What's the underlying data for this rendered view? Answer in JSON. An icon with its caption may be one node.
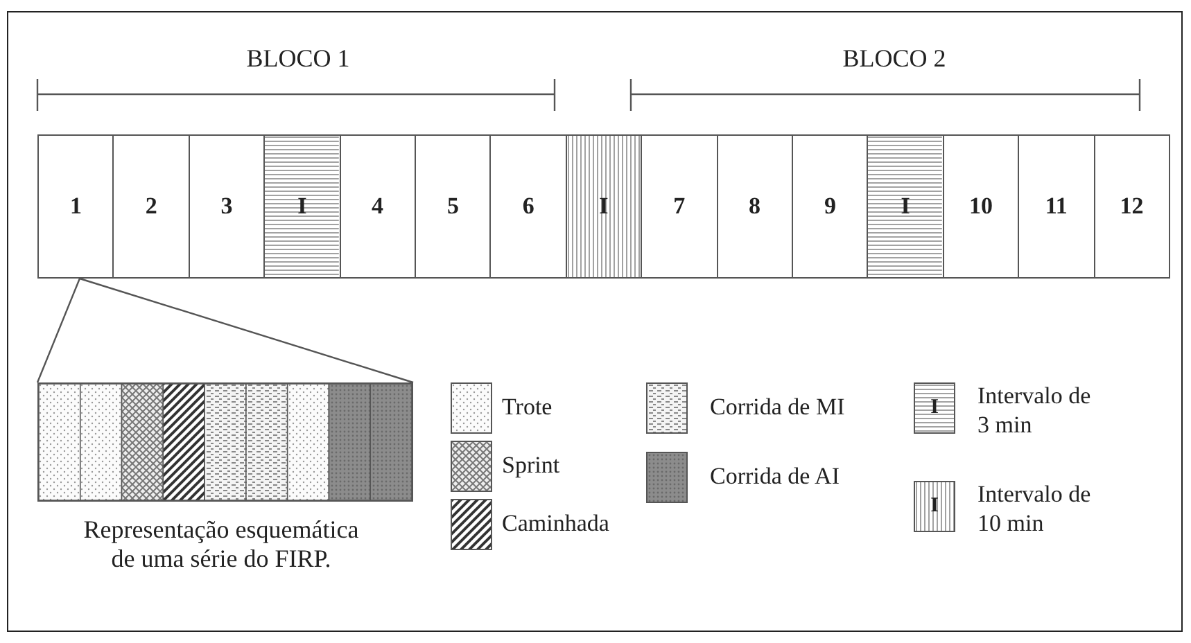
{
  "diagram": {
    "nodes": [
      {
        "text": [
          "1"
        ]
      },
      {
        "text": [
          "2"
        ]
      },
      {
        "text": [
          "3"
        ]
      },
      {
        "text": [
          "I"
        ]
      },
      {
        "text": [
          "4"
        ]
      },
      {
        "text": [
          "5"
        ]
      },
      {
        "text": [
          "6"
        ]
      },
      {
        "text": [
          "I"
        ]
      },
      {
        "text": [
          "7"
        ]
      },
      {
        "text": [
          "8"
        ]
      },
      {
        "text": [
          "9"
        ]
      },
      {
        "text": [
          "I"
        ]
      },
      {
        "text": [
          "10"
        ]
      },
      {
        "text": [
          "11"
        ]
      },
      {
        "text": [
          "12"
        ]
      },
      {
        "text": [],
        "shape": "bar",
        "beside": [
          "Representação esquemática de uma série do FIRP."
        ]
      }
    ],
    "edges": [
      {
        "from": 0,
        "to": 15,
        "arrow": "none"
      },
      {
        "from": 0,
        "to": 15,
        "arrow": "none"
      }
    ],
    "labels": [
      "BLOCO 1",
      "BLOCO 2",
      "I",
      "I"
    ],
    "legend": [
      {
        "text": "Trote"
      },
      {
        "text": "Sprint"
      },
      {
        "text": "Caminhada"
      },
      {
        "text": "Corrida de MI"
      },
      {
        "text": "Corrida de AI"
      },
      {
        "text": "Intervalo de 3 min"
      },
      {
        "text": "Intervalo de 10 min"
      }
    ]
  }
}
